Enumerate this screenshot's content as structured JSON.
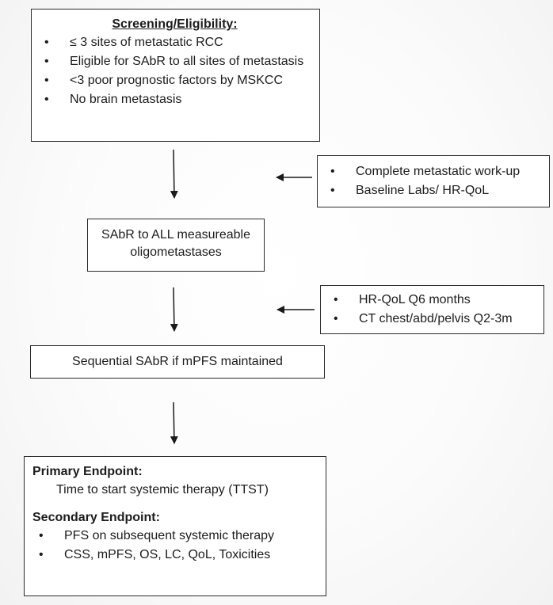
{
  "screening": {
    "title": "Screening/Eligibility:",
    "items": [
      "≤ 3 sites of metastatic RCC",
      "Eligible for SAbR to all sites of metastasis",
      "<3 poor prognostic factors by MSKCC",
      "No brain metastasis"
    ]
  },
  "workup": {
    "items": [
      "Complete metastatic work-up",
      "Baseline Labs/ HR-QoL"
    ]
  },
  "sabr": {
    "text": "SAbR to ALL measureable oligometastases"
  },
  "followup": {
    "items": [
      "HR-QoL Q6 months",
      "CT chest/abd/pelvis Q2-3m"
    ]
  },
  "sequential": {
    "text": "Sequential SAbR if mPFS maintained"
  },
  "endpoints": {
    "primary_title": "Primary Endpoint:",
    "primary_text": "Time to start systemic therapy (TTST)",
    "secondary_title": "Secondary Endpoint:",
    "secondary_items": [
      "PFS on subsequent systemic therapy",
      "CSS, mPFS, OS, LC, QoL, Toxicities"
    ]
  }
}
